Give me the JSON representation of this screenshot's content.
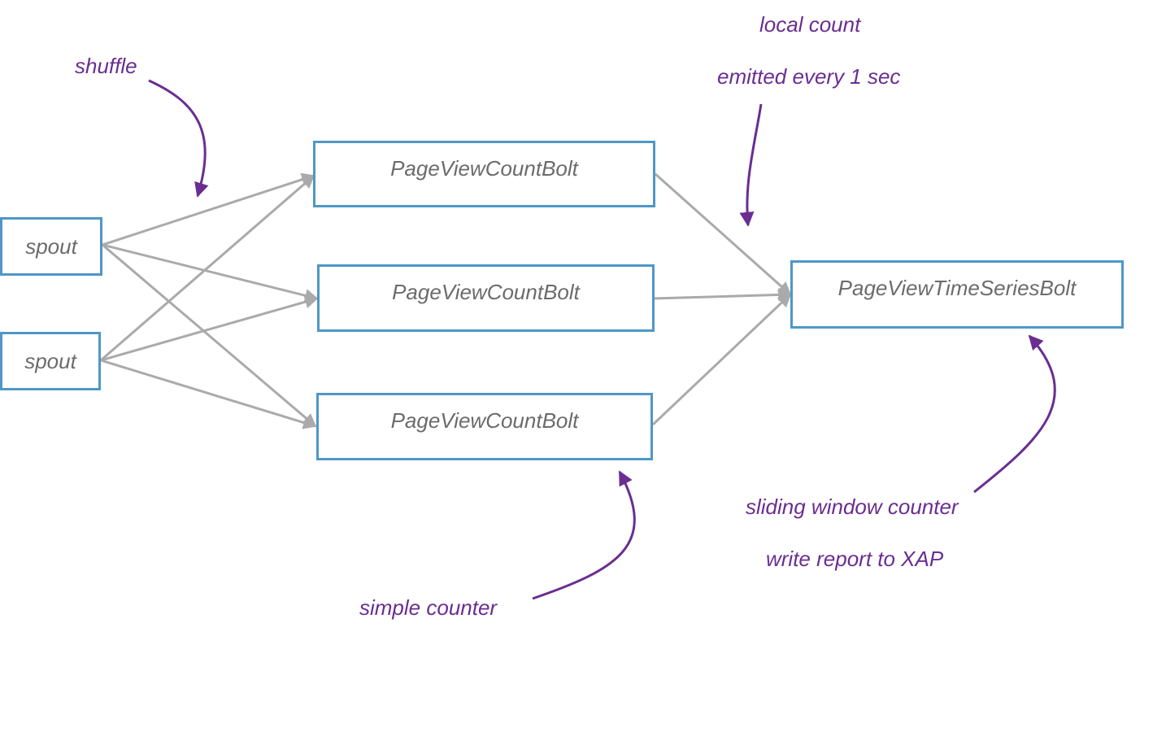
{
  "nodes": {
    "spout_1": "spout",
    "spout_2": "spout",
    "count_bolt_1": "PageViewCountBolt",
    "count_bolt_2": "PageViewCountBolt",
    "count_bolt_3": "PageViewCountBolt",
    "time_series_bolt": "PageViewTimeSeriesBolt"
  },
  "annotations": {
    "shuffle": "shuffle",
    "local_count": "local count",
    "emitted_every": "emitted every 1 sec",
    "simple_counter": "simple counter",
    "sliding_window": "sliding window counter",
    "write_report": "write report to XAP"
  },
  "colors": {
    "node_border": "#4f97c7",
    "node_text": "#6b6b6b",
    "edge": "#aaaaaa",
    "annotation": "#6a2d91"
  }
}
